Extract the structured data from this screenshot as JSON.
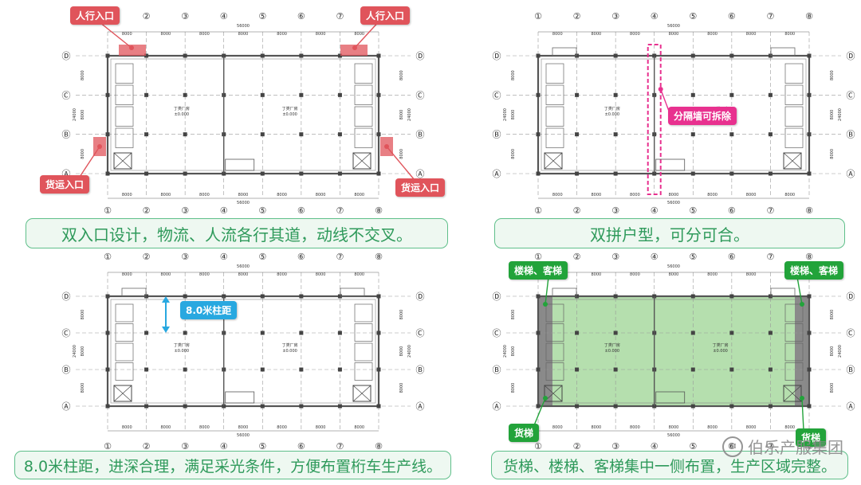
{
  "grid": {
    "axes": [
      "①",
      "②",
      "③",
      "④",
      "⑤",
      "⑥",
      "⑦",
      "⑧"
    ],
    "rows": [
      "Ⓓ",
      "Ⓒ",
      "Ⓑ",
      "Ⓐ"
    ],
    "bay_dim": "8000",
    "total_length": "56000",
    "total_width": "24000",
    "room_label": "丁类厂房",
    "elevation": "±0.000"
  },
  "panels": [
    {
      "caption": "双入口设计，物流、人流各行其道，动线不交叉。",
      "tags": {
        "ped_entry": "人行入口",
        "cargo_entry": "货运入口"
      }
    },
    {
      "caption": "双拼户型，可分可合。",
      "tags": {
        "partition": "分隔墙可拆除"
      }
    },
    {
      "caption": "8.0米柱距，进深合理，满足采光条件，方便布置桁车生产线。",
      "tags": {
        "column_spacing": "8.0米柱距"
      }
    },
    {
      "caption": "货梯、楼梯、客梯集中一侧布置，生产区域完整。",
      "tags": {
        "stairs_elevator": "楼梯、客梯",
        "freight_elevator": "货梯"
      }
    }
  ],
  "watermark": "伯乐产服集团",
  "colors": {
    "caption_border": "#5fbf8a",
    "caption_text": "#2f9a5b",
    "red_tag": "#e0545b",
    "magenta": "#e8318f",
    "blue": "#28a8e0",
    "green_tag": "#22a33a",
    "production_fill": "#a8d9a0"
  }
}
